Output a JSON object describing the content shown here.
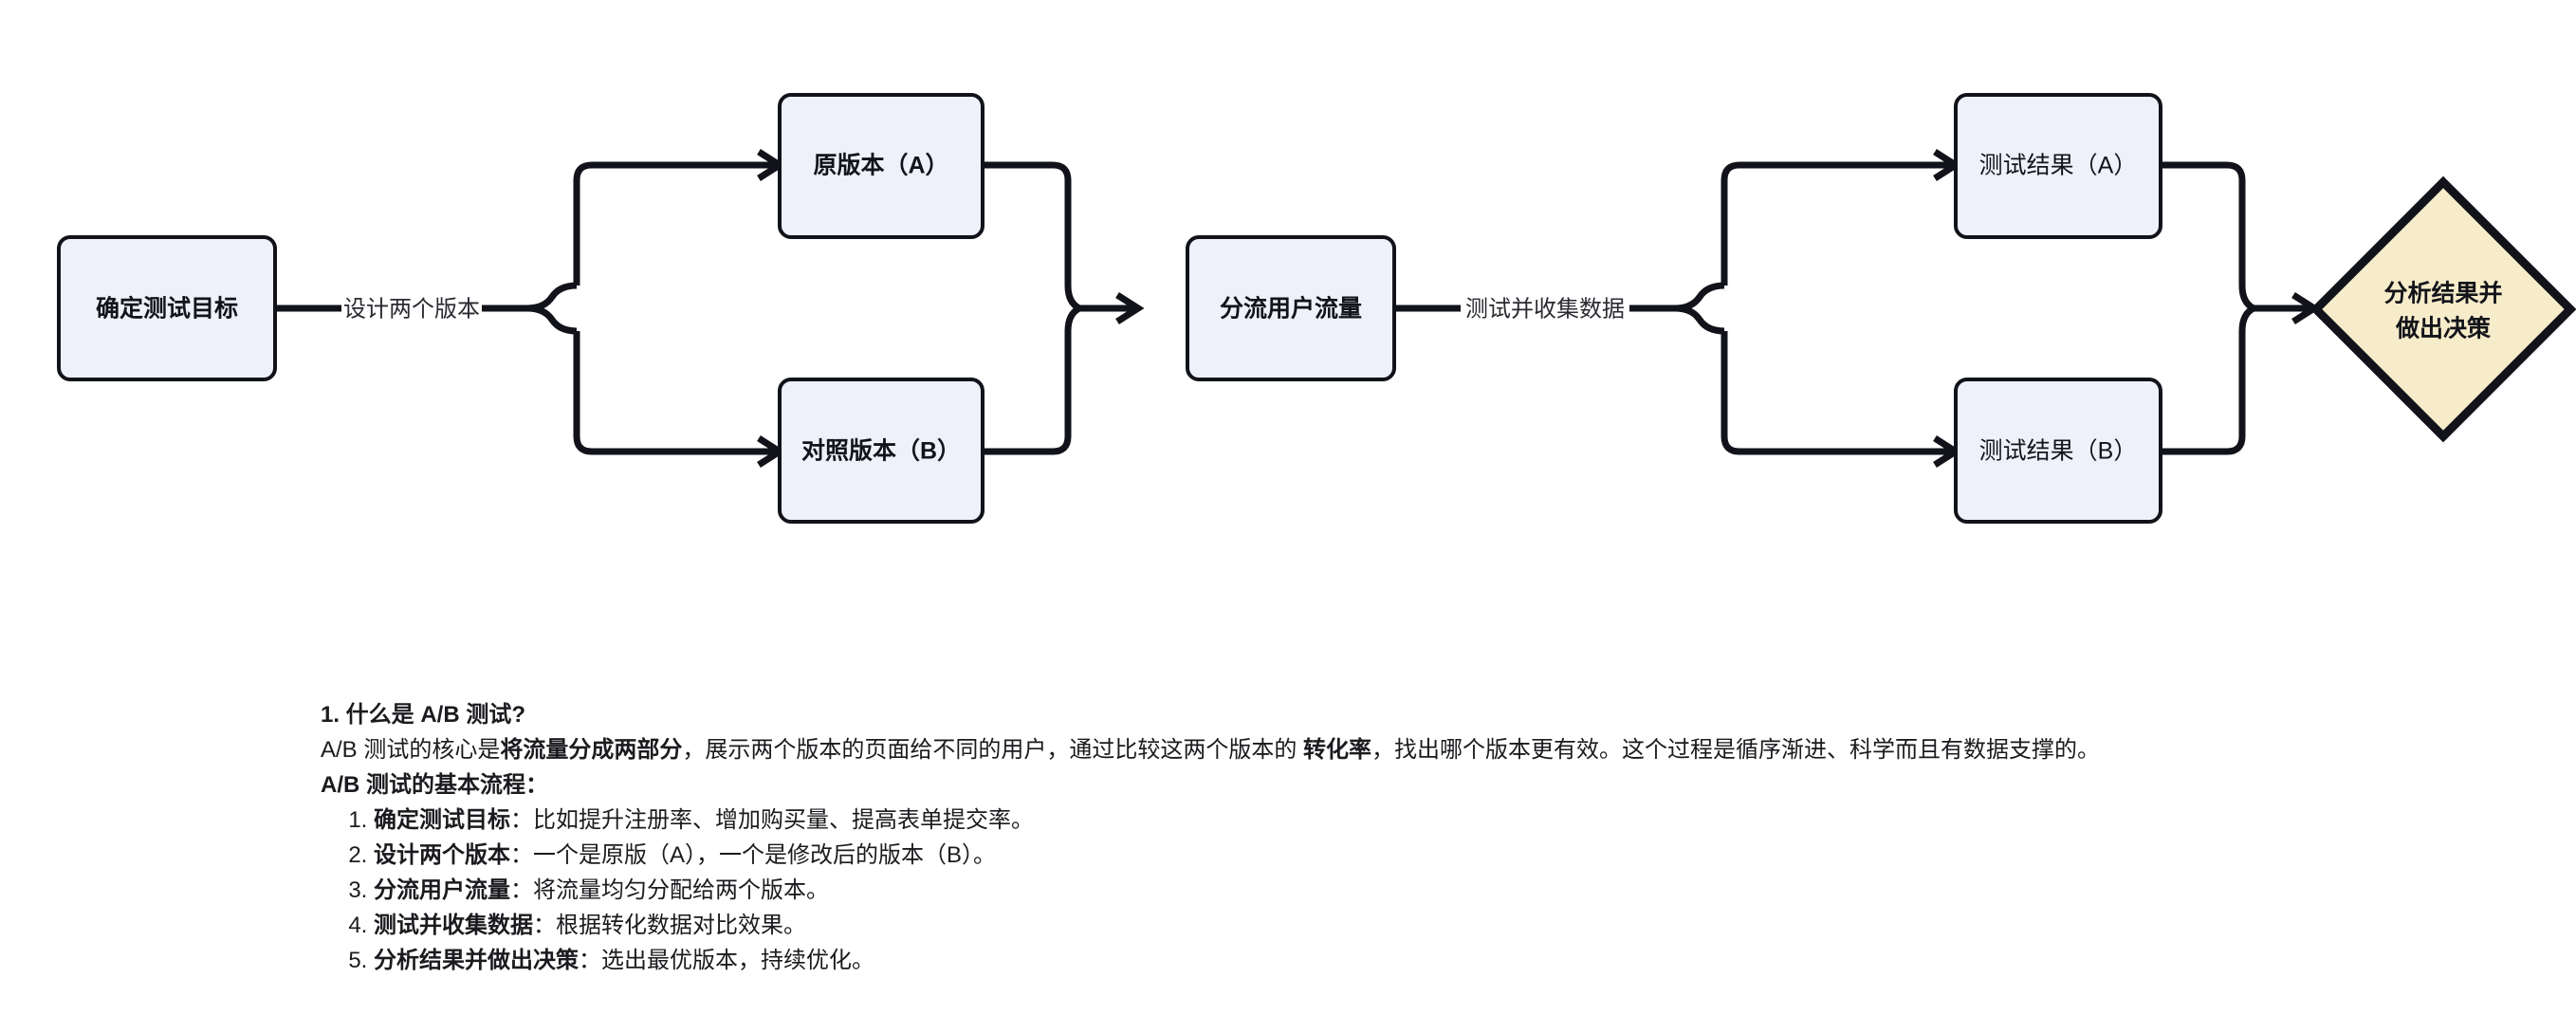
{
  "diagram": {
    "type": "flowchart",
    "direction": "left-to-right",
    "colors": {
      "node_fill": "#eef1fa",
      "node_stroke": "#12131a",
      "decision_fill": "#f7ecca",
      "decision_stroke": "#12131a",
      "edge_stroke": "#12131a",
      "background": "#ffffff"
    },
    "nodes": [
      {
        "id": "goal",
        "label": "确定测试目标",
        "shape": "rounded-rect",
        "bold": true
      },
      {
        "id": "versionA",
        "label": "原版本（A）",
        "shape": "rounded-rect",
        "bold": true
      },
      {
        "id": "versionB",
        "label": "对照版本（B）",
        "shape": "rounded-rect",
        "bold": true
      },
      {
        "id": "split",
        "label": "分流用户流量",
        "shape": "rounded-rect",
        "bold": true
      },
      {
        "id": "resultA",
        "label": "测试结果（A）",
        "shape": "rounded-rect",
        "bold": false
      },
      {
        "id": "resultB",
        "label": "测试结果（B）",
        "shape": "rounded-rect",
        "bold": false
      },
      {
        "id": "decision",
        "label_line1": "分析结果并",
        "label_line2": "做出决策",
        "shape": "diamond",
        "bold": true
      }
    ],
    "edges": [
      {
        "from": "goal",
        "to": "versionA",
        "label": "设计两个版本"
      },
      {
        "from": "goal",
        "to": "versionB",
        "label": "设计两个版本"
      },
      {
        "from": "versionA",
        "to": "split",
        "label": ""
      },
      {
        "from": "versionB",
        "to": "split",
        "label": ""
      },
      {
        "from": "split",
        "to": "resultA",
        "label": "测试并收集数据"
      },
      {
        "from": "split",
        "to": "resultB",
        "label": "测试并收集数据"
      },
      {
        "from": "resultA",
        "to": "decision",
        "label": ""
      },
      {
        "from": "resultB",
        "to": "decision",
        "label": ""
      }
    ],
    "edge_labels": {
      "design_two_versions": "设计两个版本",
      "test_and_collect": "测试并收集数据"
    }
  },
  "article": {
    "heading": "1. 什么是 A/B 测试?",
    "intro": {
      "part1": "A/B 测试的核心是",
      "strong1": "将流量分成两部分",
      "part2": "，展示两个版本的页面给不同的用户，通过比较这两个版本的 ",
      "strong2": "转化率",
      "part3": "，找出哪个版本更有效。这个过程是循序渐进、科学而且有数据支撑的。"
    },
    "process_heading": "A/B 测试的基本流程：",
    "steps": [
      {
        "term": "确定测试目标",
        "desc": "：比如提升注册率、增加购买量、提高表单提交率。"
      },
      {
        "term": "设计两个版本",
        "desc": "：一个是原版（A），一个是修改后的版本（B）。"
      },
      {
        "term": "分流用户流量",
        "desc": "：将流量均匀分配给两个版本。"
      },
      {
        "term": "测试并收集数据",
        "desc": "：根据转化数据对比效果。"
      },
      {
        "term": "分析结果并做出决策",
        "desc": "：选出最优版本，持续优化。"
      }
    ]
  }
}
